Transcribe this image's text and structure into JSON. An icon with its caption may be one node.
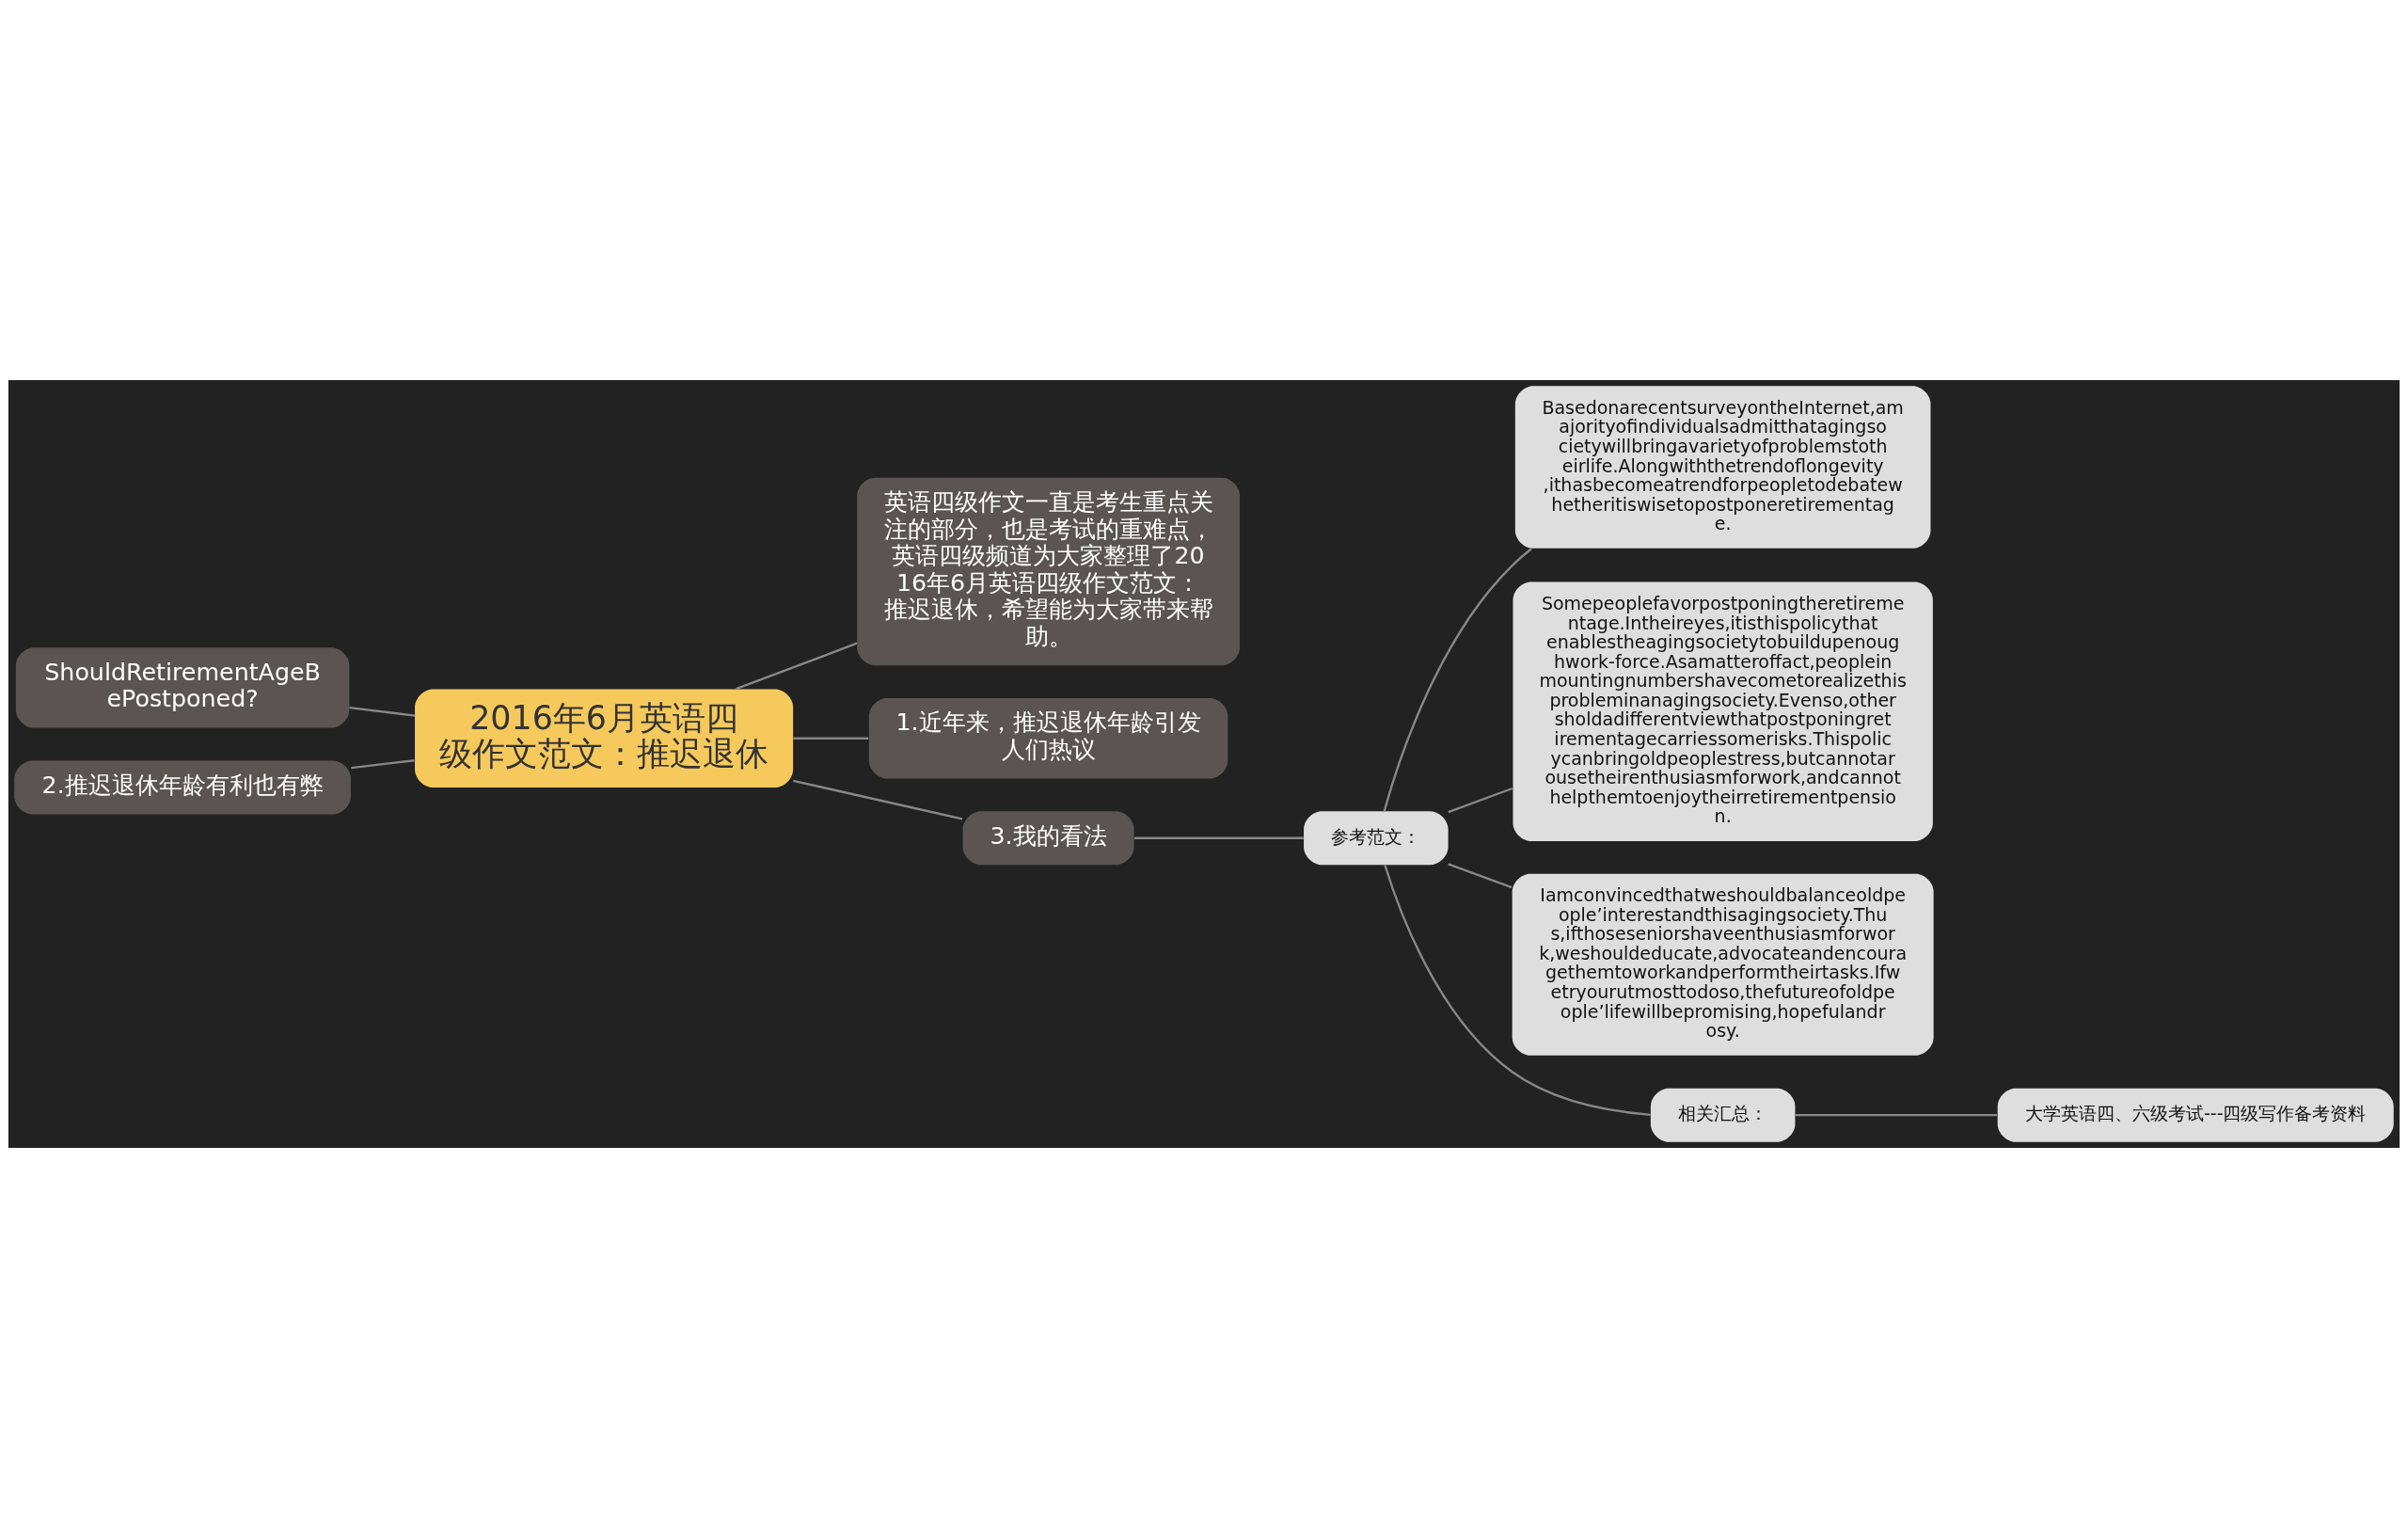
{
  "diagram": {
    "nodes": [
      {
        "text": [
          "2016年6月英语四级作文范文：推迟退休"
        ]
      },
      {
        "text": [
          "英语四级作文一直是考生重点关注的部分，也是考试的重难点，英语四级频道为大家整理了2016年6月英语四级作文范文：推迟退休，希望能为大家带来帮助。"
        ]
      },
      {
        "text": [
          "1.近年来，推迟退休年龄引发人们热议"
        ]
      },
      {
        "text": [
          "3.我的看法"
        ]
      },
      {
        "text": [
          "参考范文："
        ]
      },
      {
        "text": [
          "BasedonarecentsurveyontheInternet,amajorityofindividualsadmitthatagingsocietywillbringavarietyofproblemstotheirlife.Alongwiththetrendoflongevity,ithasbecomeatrendforpeopletodebatewhetheritiswisetopostponeretirementage."
        ]
      },
      {
        "text": [
          "Somepeoplefavorpostponingtheretirementage.Intheireyes,itisthispolicythatenablestheagingsocietytobuildupenoughwork-force.Asamatteroffact,peopleinmountingnumbershavecometorealizethisprobleminanagingsociety.Evenso,othersholdadifferentviewthatpostponingretirementagecarriessomerisks.Thispolicycanbringoldpeoplestress,butcannotarousetheirenthusiasmforwork,andcannothelpthemtoenjoytheirretirementpension."
        ]
      },
      {
        "text": [
          "Iamconvincedthatweshouldbalanceoldpeople’interestandthisagingsociety.Thus,ifthoseseniorshaveenthusiasmforwork,weshouldeducate,advocateandencouragethemtoworkandperformtheirtasks.Ifwetryourutmosttodoso,thefutureofoldpeople’lifewillbepromising,hopefulandrosy."
        ]
      },
      {
        "text": [
          "相关汇总："
        ]
      },
      {
        "text": [
          "大学英语四、六级考试---四级写作备考资料"
        ]
      },
      {
        "text": [
          "ShouldRetirementAgeBePostponed?"
        ]
      },
      {
        "text": [
          "2.推迟退休年龄有利也有弊"
        ]
      }
    ],
    "edges": [
      {
        "from": 0,
        "to": 1,
        "arrow": "none"
      },
      {
        "from": 0,
        "to": 2,
        "arrow": "none"
      },
      {
        "from": 0,
        "to": 3,
        "arrow": "none"
      },
      {
        "from": 3,
        "to": 4,
        "arrow": "none"
      },
      {
        "from": 4,
        "to": 5,
        "arrow": "none"
      },
      {
        "from": 4,
        "to": 6,
        "arrow": "none"
      },
      {
        "from": 4,
        "to": 7,
        "arrow": "none"
      },
      {
        "from": 4,
        "to": 8,
        "arrow": "none"
      },
      {
        "from": 8,
        "to": 9,
        "arrow": "none"
      },
      {
        "from": 10,
        "to": 0,
        "arrow": "none"
      },
      {
        "from": 11,
        "to": 0,
        "arrow": "none"
      }
    ]
  }
}
